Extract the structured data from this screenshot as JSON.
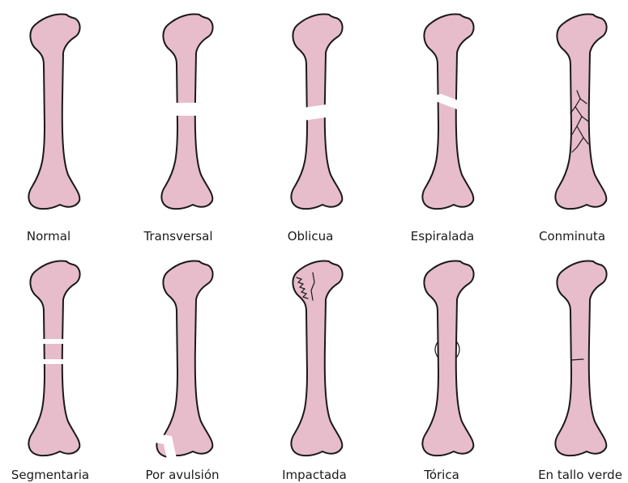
{
  "figure": {
    "fractures": [
      {
        "label": "Normal"
      },
      {
        "label": "Transversal"
      },
      {
        "label": "Oblicua"
      },
      {
        "label": "Espiralada"
      },
      {
        "label": "Conminuta"
      },
      {
        "label": "Segmentaria"
      },
      {
        "label": "Por avulsión"
      },
      {
        "label": "Impactada"
      },
      {
        "label": "Tórica"
      },
      {
        "label": "En tallo verde"
      }
    ],
    "colors": {
      "bone": "#e7bccb",
      "outline": "#1a1a1a",
      "background": "#ffffff"
    }
  }
}
